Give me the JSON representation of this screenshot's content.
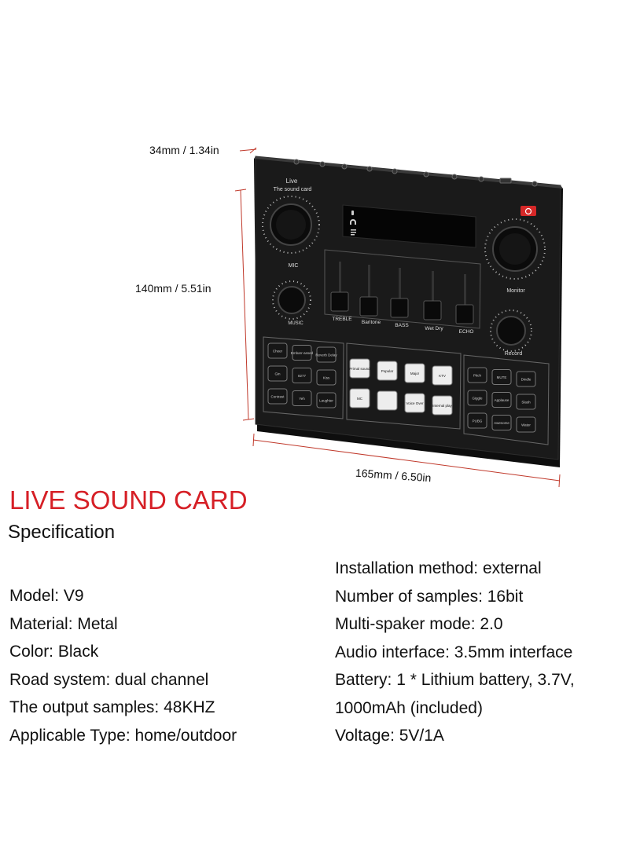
{
  "dimensions": {
    "depth": "34mm / 1.34in",
    "height": "140mm / 5.51in",
    "width": "165mm / 6.50in"
  },
  "device": {
    "brand_line1": "Live",
    "brand_line2": "The sound card",
    "knob_labels": {
      "mic": "MIC",
      "music": "MUSIC",
      "monitor": "Monitor",
      "record": "Record"
    },
    "fader_labels": [
      "TREBLE",
      "Baritone",
      "BASS",
      "Wet Dry",
      "ECHO"
    ],
    "left_pads": [
      "Cheer",
      "Embarr-assed",
      "Reverb Delay",
      "Gin",
      "8277",
      "Kiss",
      "Contrast",
      "Yeh",
      "Laughter"
    ],
    "center_pads": [
      "Primal sound",
      "Popular",
      "Major",
      "KTV",
      "MC",
      "",
      "Voice Over",
      "Internal play"
    ],
    "right_pads": [
      "Pitch",
      "MUTE",
      "Dindle",
      "Giggle",
      "Applause",
      "Slash",
      "PUBG",
      "Awesome",
      "Water"
    ]
  },
  "heading": "LIVE SOUND CARD",
  "subheading": "Specification",
  "specs_left": [
    "Model: V9",
    "Material: Metal",
    "Color: Black",
    "Road system: dual channel",
    "The output samples: 48KHZ",
    "Applicable Type: home/outdoor"
  ],
  "specs_right": [
    "Installation method: external",
    "Number of samples: 16bit",
    "Multi-spaker mode: 2.0",
    "Audio interface: 3.5mm interface",
    "Battery: 1 * Lithium battery, 3.7V,",
    "1000mAh (included)",
    "Voltage: 5V/1A"
  ],
  "colors": {
    "heading": "#d61f26",
    "device_body": "#161616",
    "power_button": "#d62828"
  }
}
